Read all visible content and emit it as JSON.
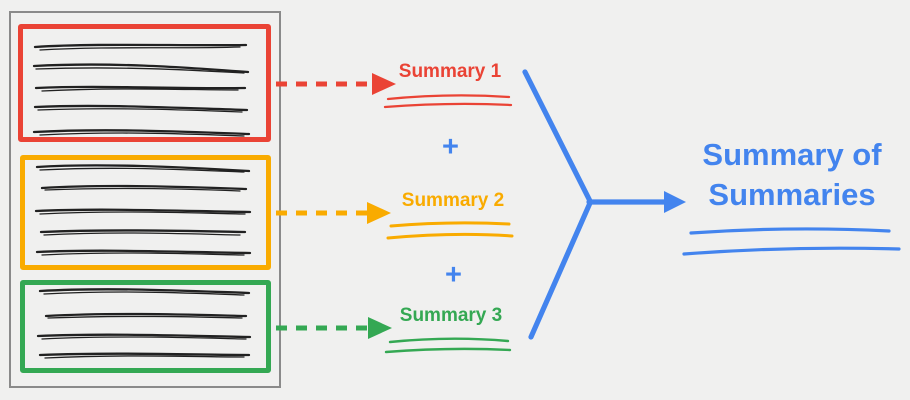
{
  "colors": {
    "red": "#EA4335",
    "orange": "#F9AB00",
    "green": "#34A853",
    "blue": "#4384EE",
    "ink": "#212121",
    "docborder": "#8A8A8A",
    "bg": "#F0F0EF"
  },
  "document": {
    "sections": [
      {
        "name": "section-1",
        "highlight": "red",
        "text_lines": 5
      },
      {
        "name": "section-2",
        "highlight": "orange",
        "text_lines": 5
      },
      {
        "name": "section-3",
        "highlight": "green",
        "text_lines": 4
      }
    ]
  },
  "summaries": [
    {
      "label": "Summary 1",
      "color": "red"
    },
    {
      "label": "Summary 2",
      "color": "orange"
    },
    {
      "label": "Summary 3",
      "color": "green"
    }
  ],
  "operators": {
    "plus": "+"
  },
  "result": {
    "label": "Summary of Summaries"
  }
}
